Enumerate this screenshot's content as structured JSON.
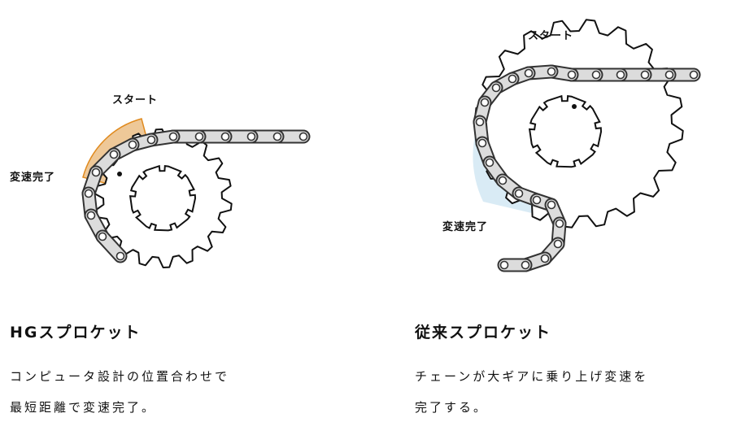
{
  "left": {
    "start_label": "スタート",
    "end_label": "変速完了",
    "title": "HGスプロケット",
    "desc_line1": "コンピュータ設計の位置合わせで",
    "desc_line2": "最短距離で変速完了。"
  },
  "right": {
    "start_label": "スタート",
    "end_label": "変速完了",
    "title": "従来スプロケット",
    "desc_line1": "チェーンが大ギアに乗り上げ変速を",
    "desc_line2": "完了する。"
  },
  "colors": {
    "wedge_orange_fill": "#e8b676",
    "wedge_orange_line": "#e08a1e",
    "wedge_blue_fill": "#cfe6f3",
    "wedge_blue_line": "#2a9fd6",
    "chain_fill": "#dcdcdc",
    "chain_line": "#333333"
  }
}
